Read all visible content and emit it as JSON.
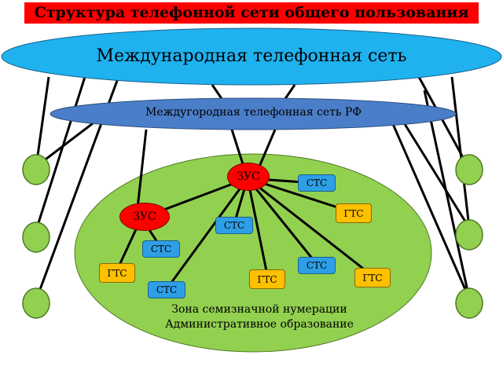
{
  "title": "Структура телефонной сети общего пользования",
  "international_network": "Международная телефонная сеть",
  "long_distance_network": "Междугородная телефонная сеть РФ",
  "zone_caption": [
    "Зона семизначной нумерации",
    "Административное образование"
  ],
  "nodes": {
    "zus_top": "ЗУС",
    "zus_left": "ЗУС",
    "stc": "СТС",
    "gtc": "ГТС"
  },
  "colors": {
    "title_bg": "#ff0000",
    "international": "#1fb2ef",
    "long_distance": "#4a7ec8",
    "zone": "#92d050",
    "zus": "#ff0000",
    "stc": "#2e9fe6",
    "gtc": "#ffc000",
    "subscriber": "#92d050"
  }
}
